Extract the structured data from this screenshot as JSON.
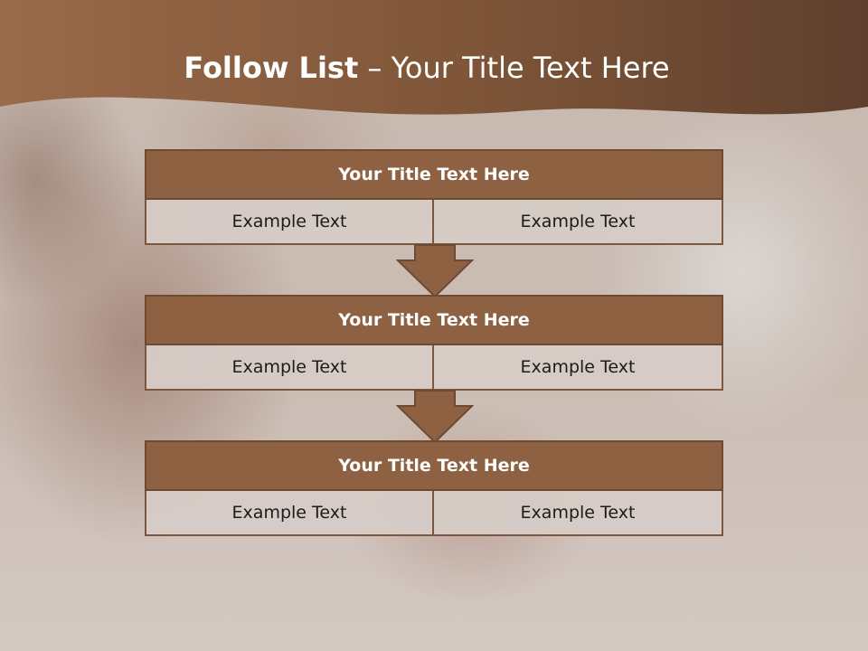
{
  "slide": {
    "title_bold": "Follow List",
    "title_rest": "– Your Title Text Here"
  },
  "blocks": [
    {
      "title": "Your Title Text Here",
      "cells": [
        "Example Text",
        "Example Text"
      ]
    },
    {
      "title": "Your Title Text Here",
      "cells": [
        "Example Text",
        "Example Text"
      ]
    },
    {
      "title": "Your Title Text Here",
      "cells": [
        "Example Text",
        "Example Text"
      ]
    }
  ],
  "colors": {
    "header_brown": "#8e6142",
    "header_dark": "#5e3f2d",
    "block_title": "#8e6142",
    "block_border": "#6e4a33",
    "cell_fill": "#d6cbc6",
    "arrow_fill": "#8e6142"
  },
  "icons": [
    "down-arrow-connector"
  ]
}
